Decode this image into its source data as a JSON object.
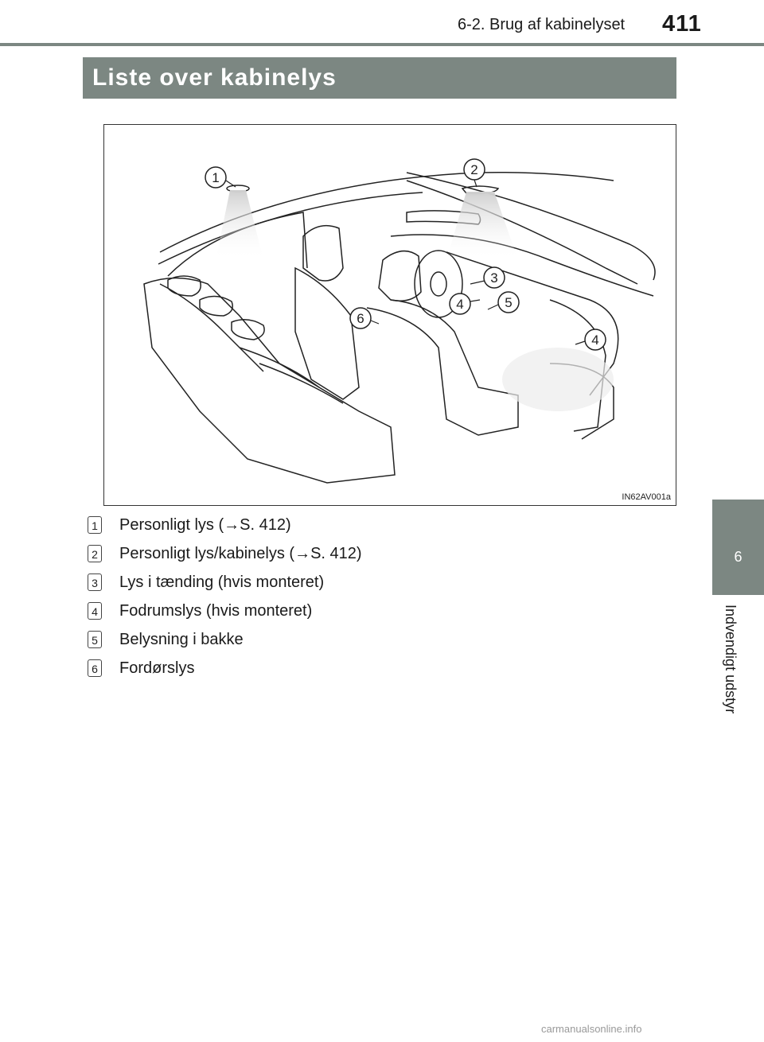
{
  "header": {
    "section_ref": "6-2. Brug af kabinelyset",
    "page_number": "411"
  },
  "title": "Liste over kabinelys",
  "side_tab": {
    "number": "6",
    "label": "Indvendigt udstyr"
  },
  "figure": {
    "code": "IN62AV001a",
    "callouts": [
      "1",
      "2",
      "3",
      "4",
      "5",
      "6",
      "4"
    ]
  },
  "legend": [
    {
      "num": "1",
      "text": "Personligt lys (→S. 412)"
    },
    {
      "num": "2",
      "text": "Personligt lys/kabinelys (→S. 412)"
    },
    {
      "num": "3",
      "text": "Lys i tænding (hvis monteret)"
    },
    {
      "num": "4",
      "text": "Fodrumslys (hvis monteret)"
    },
    {
      "num": "5",
      "text": "Belysning i bakke"
    },
    {
      "num": "6",
      "text": "Fordørslys"
    }
  ],
  "watermark": "carmanualsonline.info",
  "colors": {
    "accent": "#7c8782"
  }
}
